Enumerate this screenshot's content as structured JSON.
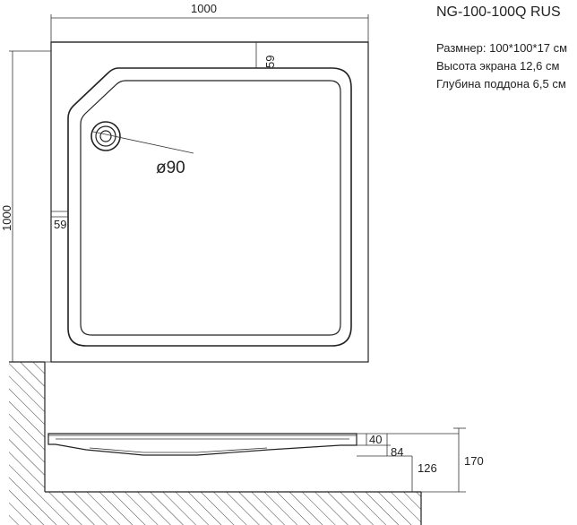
{
  "title": "NG-100-100Q RUS",
  "specs": [
    "Размнер: 100*100*17 см",
    "Высота экрана 12,6 см",
    "Глубина поддона 6,5 см"
  ],
  "dimensions": {
    "width": "1000",
    "length": "1000",
    "top_offset": "59",
    "left_offset": "59",
    "drain_diameter": "ø90",
    "rim_height": "40",
    "screen_depth": "84",
    "screen_height": "126",
    "total_height": "170"
  }
}
